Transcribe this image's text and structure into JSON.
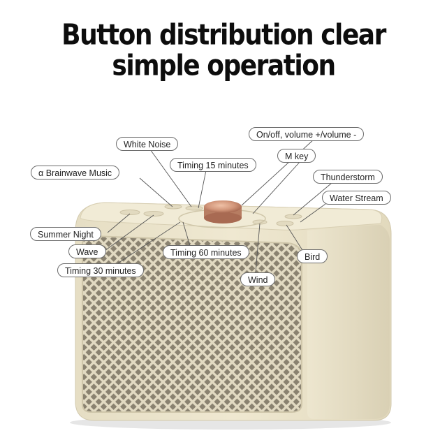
{
  "headline": {
    "line1": "Button distribution clear",
    "line2": "simple operation"
  },
  "colors": {
    "body": "#ece4cc",
    "body_shadow": "#d8cfb3",
    "grille_bg": "#8a8270",
    "grille_line": "#e2dac2",
    "knob": "#d2967a",
    "callout_border": "#6b6b6b"
  },
  "callouts": {
    "on_off_volume": "On/off, volume +/volume -",
    "white_noise": "White Noise",
    "m_key": "M key",
    "timing_15": "Timing 15 minutes",
    "brainwave": "α Brainwave Music",
    "thunderstorm": "Thunderstorm",
    "water_stream": "Water Stream",
    "summer_night": "Summer Night",
    "wave": "Wave",
    "timing_60": "Timing 60 minutes",
    "bird": "Bird",
    "timing_30": "Timing 30 minutes",
    "wind": "Wind"
  }
}
